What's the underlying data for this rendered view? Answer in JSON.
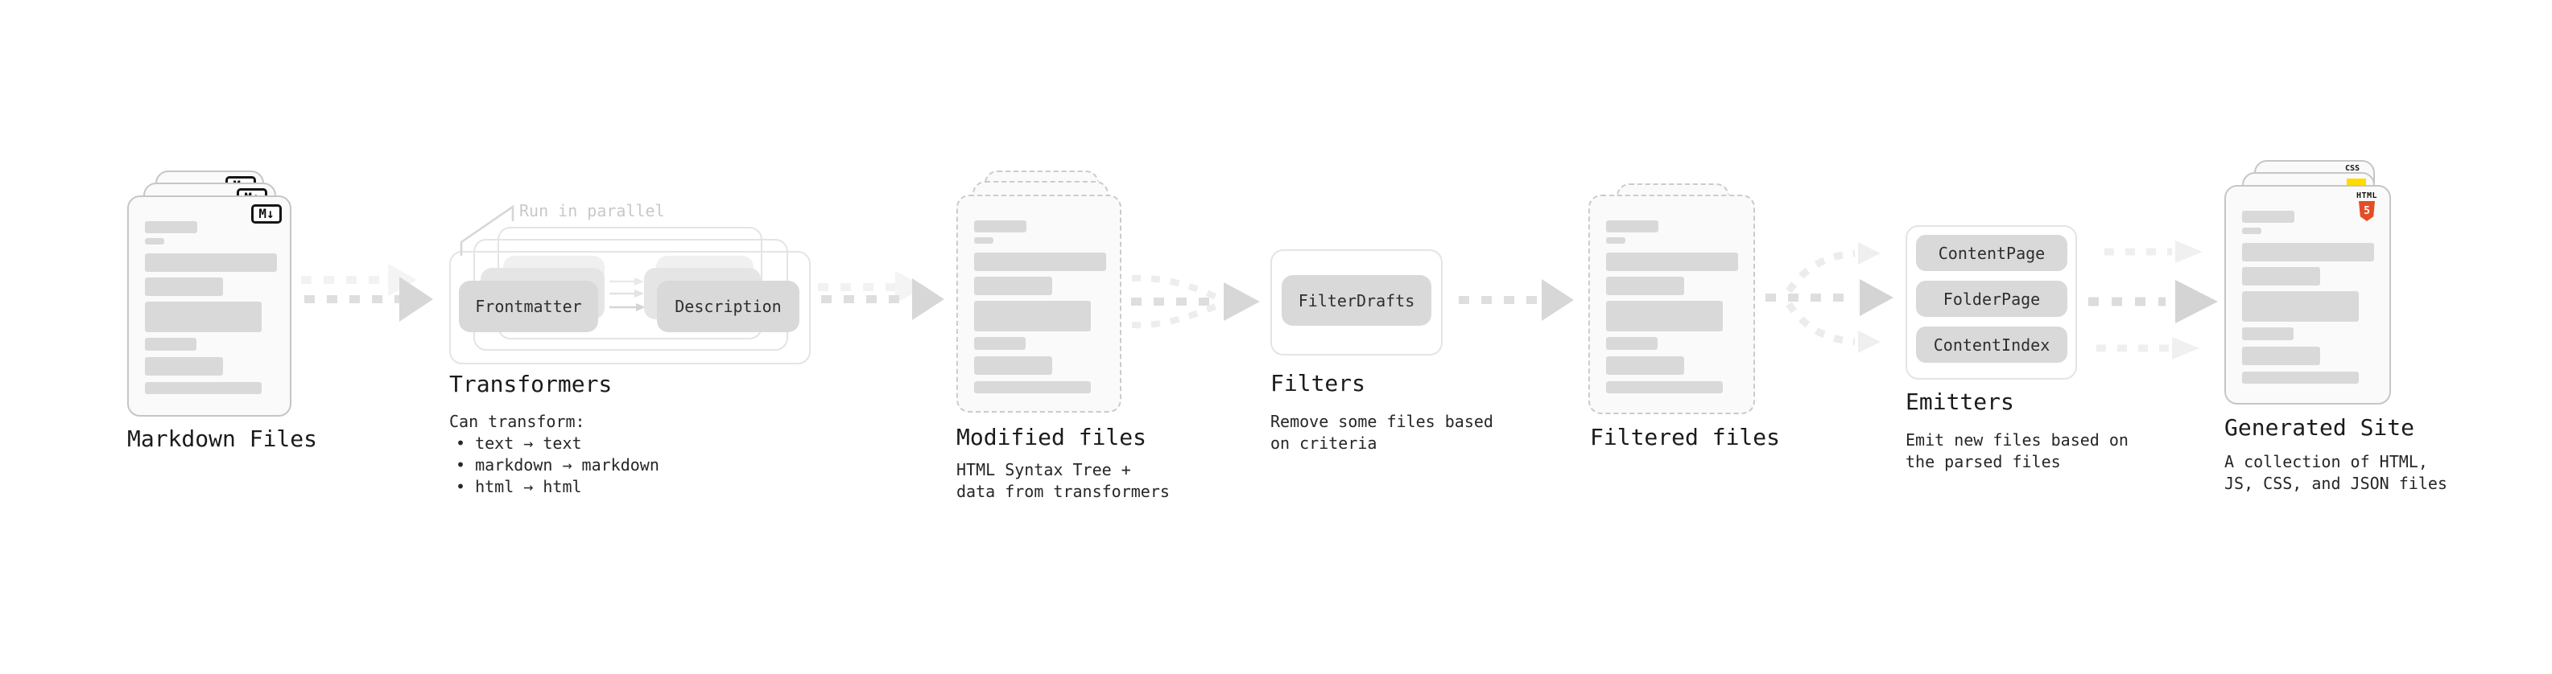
{
  "colors": {
    "html5_orange": "#e44d26",
    "css_blue": "#2f6be0",
    "js_yellow": "#ffdb00",
    "skeleton_bar": "#d9d9d9",
    "arrow_gray": "#d9d9d9",
    "heading_text": "#1b1b1b",
    "muted_note": "#c8c8c8"
  },
  "nodes": {
    "markdown_files": {
      "label": "Markdown Files",
      "badge": "M↓",
      "icon": "markdown-icon"
    },
    "transformers": {
      "heading": "Transformers",
      "parallel_note": "Run in parallel",
      "frontmatter_box": "Frontmatter",
      "description_box": "Description",
      "desc_title": "Can transform:",
      "bullets": [
        "• text → text",
        "• markdown → markdown",
        "• html → html"
      ]
    },
    "modified_files": {
      "heading": "Modified files",
      "desc_line1": "HTML Syntax Tree +",
      "desc_line2": "data from transformers"
    },
    "filters": {
      "heading": "Filters",
      "filter_box": "FilterDrafts",
      "desc_line1": "Remove some files based",
      "desc_line2": "on criteria"
    },
    "filtered_files": {
      "heading": "Filtered files"
    },
    "emitters": {
      "heading": "Emitters",
      "boxes": [
        "ContentPage",
        "FolderPage",
        "ContentIndex"
      ],
      "desc_line1": "Emit new files based on",
      "desc_line2": "the parsed files"
    },
    "generated_site": {
      "heading": "Generated Site",
      "desc_line1": "A collection of HTML,",
      "desc_line2": "JS, CSS, and JSON files",
      "css_badge": "CSS",
      "html_badge_wordmark": "HTML",
      "html_badge_numeral": "5"
    }
  }
}
